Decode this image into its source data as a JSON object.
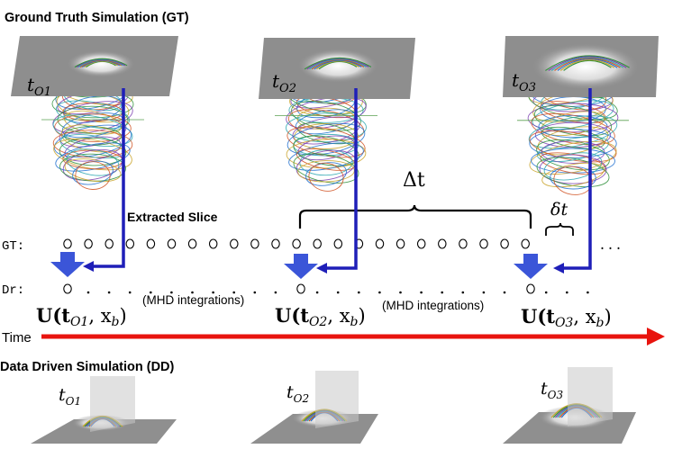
{
  "gt_title": "Ground Truth Simulation (GT)",
  "dd_title": "Data Driven Simulation (DD)",
  "extracted_slice_label": "Extracted Slice",
  "delta_t_label": "Δt",
  "small_delta_t_label": "δt",
  "gt_row_label": "GT:",
  "dr_row_label": "Dr:",
  "time_label": "Time",
  "ellipsis": "...",
  "time_labels": {
    "o1": {
      "main": "t",
      "sub": "O1"
    },
    "o2": {
      "main": "t",
      "sub": "O2"
    },
    "o3": {
      "main": "t",
      "sub": "O3"
    }
  },
  "u_labels": {
    "u1": {
      "open": "U(t",
      "sub": "O1",
      "close": ", x",
      "sub2": "b",
      "end": ")"
    },
    "u2": {
      "open": "U(t",
      "sub": "O2",
      "close": ", x",
      "sub2": "b",
      "end": ")"
    },
    "u3": {
      "open": "U(t",
      "sub": "O3",
      "close": ", x",
      "sub2": "b",
      "end": ")"
    }
  },
  "mhd_label_1": "(MHD integrations)",
  "mhd_label_2": "(MHD integrations)",
  "colors": {
    "slice_arrow": "#1f1fb8",
    "block_arrow": "#3b55d8",
    "time_axis": "#e8140e",
    "plane_gt": "#8e8e8e",
    "plane_dd": "#9a9a9a",
    "field_lines": [
      "#2f8f3a",
      "#c9a227",
      "#1e6fd0",
      "#d05020",
      "#2aa7b0",
      "#7a3db0"
    ]
  }
}
